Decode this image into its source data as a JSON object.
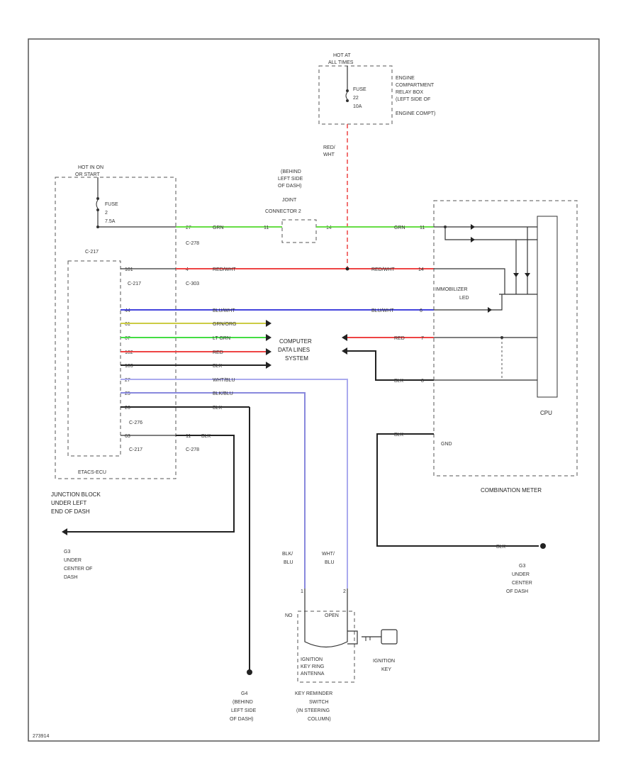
{
  "colors": {
    "grn": "#66dd44",
    "red": "#ee4444",
    "blu": "#4444dd",
    "yel": "#cccc44",
    "ltgrn": "#44dd44",
    "blk": "#222222",
    "wht_blu": "#aaaaee",
    "blk_blu": "#8888dd",
    "frame": "#555555"
  },
  "relay_box": {
    "header": [
      "HOT AT",
      "ALL TIMES"
    ],
    "fuse": [
      "FUSE",
      "22",
      "10A"
    ],
    "desc": [
      "ENGINE",
      "COMPARTMENT",
      "RELAY BOX",
      "(LEFT SIDE OF",
      "ENGINE COMPT)"
    ]
  },
  "red_wht_top": [
    "RED/",
    "WHT"
  ],
  "joint": [
    "(BEHIND",
    "LEFT SIDE",
    "OF DASH)",
    "JOINT",
    "CONNECTOR 2"
  ],
  "hot_run": [
    "HOT IN ON",
    "OR START"
  ],
  "fuse_left": [
    "FUSE",
    "2",
    "7.5A"
  ],
  "jb": {
    "connector_top": "C-217",
    "title": [
      "JUNCTION BLOCK",
      "UNDER LEFT",
      "END OF DASH"
    ],
    "etacs": "ETACS-ECU"
  },
  "grn_row": {
    "pin_left": "27",
    "color": "GRN",
    "conn": "C-278",
    "j_pin_l": "11",
    "j_pin_r": "14",
    "color2": "GRN",
    "pin_r": "11"
  },
  "redwht_row": {
    "pin_jb": "101",
    "conn_jb": "C-217",
    "pin": "4",
    "color": "RED/WHT",
    "conn": "C-303",
    "color2": "RED/WHT",
    "pin_r": "14"
  },
  "immobilizer": [
    "IMMOBILIZER",
    "LED"
  ],
  "blu_row": {
    "pin": "44",
    "color": "BLU/WHT",
    "color2": "BLU/WHT",
    "pin_r": "6"
  },
  "data_rows": [
    {
      "pin": "61",
      "color": "GRN/ORG"
    },
    {
      "pin": "67",
      "color": "LT GRN"
    },
    {
      "pin": "102",
      "color": "RED"
    },
    {
      "pin": "103",
      "color": "BLK"
    }
  ],
  "computer_data": [
    "COMPUTER",
    "DATA LINES",
    "SYSTEM"
  ],
  "red_right": {
    "color": "RED",
    "pin": "7"
  },
  "blk_right": {
    "color": "BLK",
    "pin": "8"
  },
  "cpu": "CPU",
  "gnd_meter": {
    "color": "BLK",
    "label": "GND"
  },
  "combo_meter": "COMBINATION METER",
  "rows_lower": [
    {
      "pin": "27",
      "color": "WHT/BLU"
    },
    {
      "pin": "25",
      "color": "BLK/BLU"
    },
    {
      "pin": "26",
      "color": "BLK"
    }
  ],
  "c276": "C-276",
  "c217_b": "C-217",
  "gnd_row": {
    "pin_l": "63",
    "pin_m": "11",
    "color": "BLK",
    "conn": "C-278"
  },
  "g3_left": [
    "G3",
    "UNDER",
    "CENTER OF",
    "DASH"
  ],
  "g3_right": {
    "color": "BLK",
    "text": [
      "G3",
      "UNDER",
      "CENTER",
      "OF DASH"
    ]
  },
  "blk_blu_lbl": [
    "BLK/",
    "BLU"
  ],
  "wht_blu_lbl": [
    "WHT/",
    "BLU"
  ],
  "key_switch": {
    "pins": [
      "1",
      "2"
    ],
    "no": "NO",
    "open": "OPEN",
    "inner": [
      "IGNITION",
      "KEY RING",
      "ANTENNA"
    ],
    "key": [
      "IGNITION",
      "KEY"
    ],
    "title": [
      "KEY REMINDER",
      "SWITCH",
      "(IN STEERING",
      "COLUMN)"
    ]
  },
  "g4": [
    "G4",
    "(BEHIND",
    "LEFT SIDE",
    "OF DASH)"
  ],
  "footer_id": "273914"
}
